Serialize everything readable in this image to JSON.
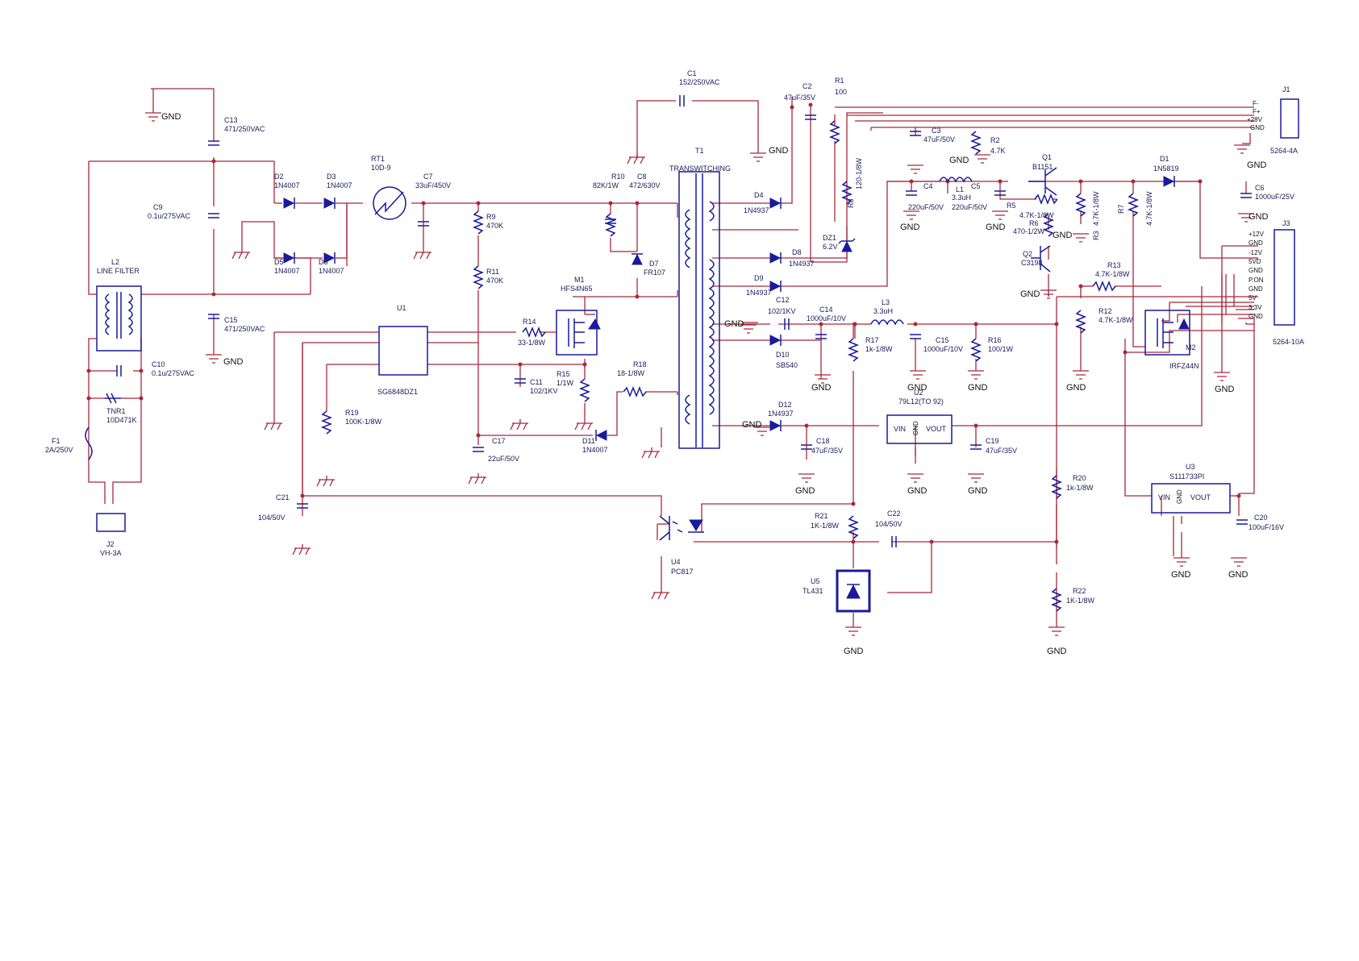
{
  "components": [
    {
      "id": "c13",
      "ref": "C13",
      "value": "471/250VAC"
    },
    {
      "id": "c9",
      "ref": "C9",
      "value": "0.1u/275VAC"
    },
    {
      "id": "c15",
      "ref": "C15",
      "value": "471/250VAC"
    },
    {
      "id": "l2",
      "ref": "L2",
      "value": "LINE FILTER"
    },
    {
      "id": "c10",
      "ref": "C10",
      "value": "0.1u/275VAC"
    },
    {
      "id": "tnr1",
      "ref": "TNR1",
      "value": "10D471K"
    },
    {
      "id": "f1",
      "ref": "F1",
      "value": "2A/250V"
    },
    {
      "id": "j2",
      "ref": "J2",
      "value": "VH-3A"
    },
    {
      "id": "d2",
      "ref": "D2",
      "value": "1N4007"
    },
    {
      "id": "d3",
      "ref": "D3",
      "value": "1N4007"
    },
    {
      "id": "d5",
      "ref": "D5",
      "value": "1N4007"
    },
    {
      "id": "d6",
      "ref": "D6",
      "value": "1N4007"
    },
    {
      "id": "rt1",
      "ref": "RT1",
      "value": "10D-9"
    },
    {
      "id": "c7",
      "ref": "C7",
      "value": "33uF/450V"
    },
    {
      "id": "r9",
      "ref": "R9",
      "value": "470K"
    },
    {
      "id": "r11",
      "ref": "R11",
      "value": "470K"
    },
    {
      "id": "u1",
      "ref": "U1",
      "value": "SG6848DZ1"
    },
    {
      "id": "r19",
      "ref": "R19",
      "value": "100K-1/8W"
    },
    {
      "id": "c21",
      "ref": "C21",
      "value": "104/50V"
    },
    {
      "id": "c17",
      "ref": "C17",
      "value": "22uF/50V"
    },
    {
      "id": "r14",
      "ref": "R14",
      "value": "33-1/8W"
    },
    {
      "id": "m1",
      "ref": "M1",
      "value": "HFS4N65"
    },
    {
      "id": "c11",
      "ref": "C11",
      "value": "102/1KV"
    },
    {
      "id": "r15",
      "ref": "R15",
      "value": "1/1W"
    },
    {
      "id": "r18",
      "ref": "R18",
      "value": "18-1/8W"
    },
    {
      "id": "d11",
      "ref": "D11",
      "value": "1N4007"
    },
    {
      "id": "r10",
      "ref": "R10",
      "value": "82K/1W"
    },
    {
      "id": "c8",
      "ref": "C8",
      "value": "472/630V"
    },
    {
      "id": "d7",
      "ref": "D7",
      "value": "FR107"
    },
    {
      "id": "c1",
      "ref": "C1",
      "value": "152/250VAC"
    },
    {
      "id": "t1",
      "ref": "T1",
      "value": "TRANSWITCHING"
    },
    {
      "id": "c2",
      "ref": "C2",
      "value": "47uF/35V"
    },
    {
      "id": "r1",
      "ref": "R1",
      "value": "100"
    },
    {
      "id": "r8",
      "ref": "R8",
      "value": "120-1/8W"
    },
    {
      "id": "dz1",
      "ref": "DZ1",
      "value": "6.2V"
    },
    {
      "id": "d4",
      "ref": "D4",
      "value": "1N4937"
    },
    {
      "id": "d8",
      "ref": "D8",
      "value": "1N4937"
    },
    {
      "id": "d9",
      "ref": "D9",
      "value": "1N4937"
    },
    {
      "id": "c12",
      "ref": "C12",
      "value": "102/1KV"
    },
    {
      "id": "d10",
      "ref": "D10",
      "value": "SB540"
    },
    {
      "id": "d12",
      "ref": "D12",
      "value": "1N4937"
    },
    {
      "id": "c3",
      "ref": "C3",
      "value": "47uF/50V"
    },
    {
      "id": "r2",
      "ref": "R2",
      "value": "4.7K"
    },
    {
      "id": "c4",
      "ref": "C4",
      "value": "220uF/50V"
    },
    {
      "id": "l1",
      "ref": "L1",
      "value": "3.3uH"
    },
    {
      "id": "c5",
      "ref": "C5",
      "value": "220uF/50V"
    },
    {
      "id": "c14",
      "ref": "C14",
      "value": "1000uF/10V"
    },
    {
      "id": "l3",
      "ref": "L3",
      "value": "3.3uH"
    },
    {
      "id": "r17",
      "ref": "R17",
      "value": "1k-1/8W"
    },
    {
      "id": "c15b",
      "ref": "C15",
      "value": "1000uF/10V"
    },
    {
      "id": "r16",
      "ref": "R16",
      "value": "100/1W"
    },
    {
      "id": "u2",
      "ref": "U2",
      "value": "79L12(TO 92)"
    },
    {
      "id": "c18",
      "ref": "C18",
      "value": "47uF/35V"
    },
    {
      "id": "c19",
      "ref": "C19",
      "value": "47uF/35V"
    },
    {
      "id": "q1",
      "ref": "Q1",
      "value": "B1151"
    },
    {
      "id": "r5",
      "ref": "R5",
      "value": "4.7K-1/8W"
    },
    {
      "id": "r6",
      "ref": "R6",
      "value": "470-1/2W"
    },
    {
      "id": "r3",
      "ref": "R3",
      "value": "4.7K-1/8W"
    },
    {
      "id": "q2",
      "ref": "Q2",
      "value": "C3198"
    },
    {
      "id": "r7",
      "ref": "R7",
      "value": "4.7K-1/8W"
    },
    {
      "id": "d1",
      "ref": "D1",
      "value": "1N5819"
    },
    {
      "id": "c6",
      "ref": "C6",
      "value": "1000uF/25V"
    },
    {
      "id": "r13",
      "ref": "R13",
      "value": "4.7K-1/8W"
    },
    {
      "id": "r12",
      "ref": "R12",
      "value": "4.7K-1/8W"
    },
    {
      "id": "m2",
      "ref": "M2",
      "value": "IRFZ44N"
    },
    {
      "id": "u3",
      "ref": "U3",
      "value": "S111733PI"
    },
    {
      "id": "c20",
      "ref": "C20",
      "value": "100uF/16V"
    },
    {
      "id": "r20",
      "ref": "R20",
      "value": "1k-1/8W"
    },
    {
      "id": "r22",
      "ref": "R22",
      "value": "1K-1/8W"
    },
    {
      "id": "r21",
      "ref": "R21",
      "value": "1K-1/8W"
    },
    {
      "id": "c22",
      "ref": "C22",
      "value": "104/50V"
    },
    {
      "id": "u5",
      "ref": "U5",
      "value": "TL431"
    },
    {
      "id": "u4",
      "ref": "U4",
      "value": "PC817"
    },
    {
      "id": "j1",
      "ref": "J1",
      "value": "5264-4A"
    },
    {
      "id": "j3",
      "ref": "J3",
      "value": "5264-10A"
    }
  ],
  "ground_label": "GND",
  "regulator_pins": {
    "vin": "VIN",
    "gnd": "GND",
    "vout": "VOUT"
  },
  "j1_pins": [
    "F-",
    "F+",
    "+28V",
    "GND"
  ],
  "j3_pins": [
    "+12V",
    "GND",
    "-12V",
    "5VD",
    "GND",
    "P.ON",
    "GND",
    "5V",
    "3.3V",
    "GND"
  ],
  "colors": {
    "wire": "#a8283c",
    "part": "#1a1a9a",
    "text": "#1a1a5a"
  }
}
